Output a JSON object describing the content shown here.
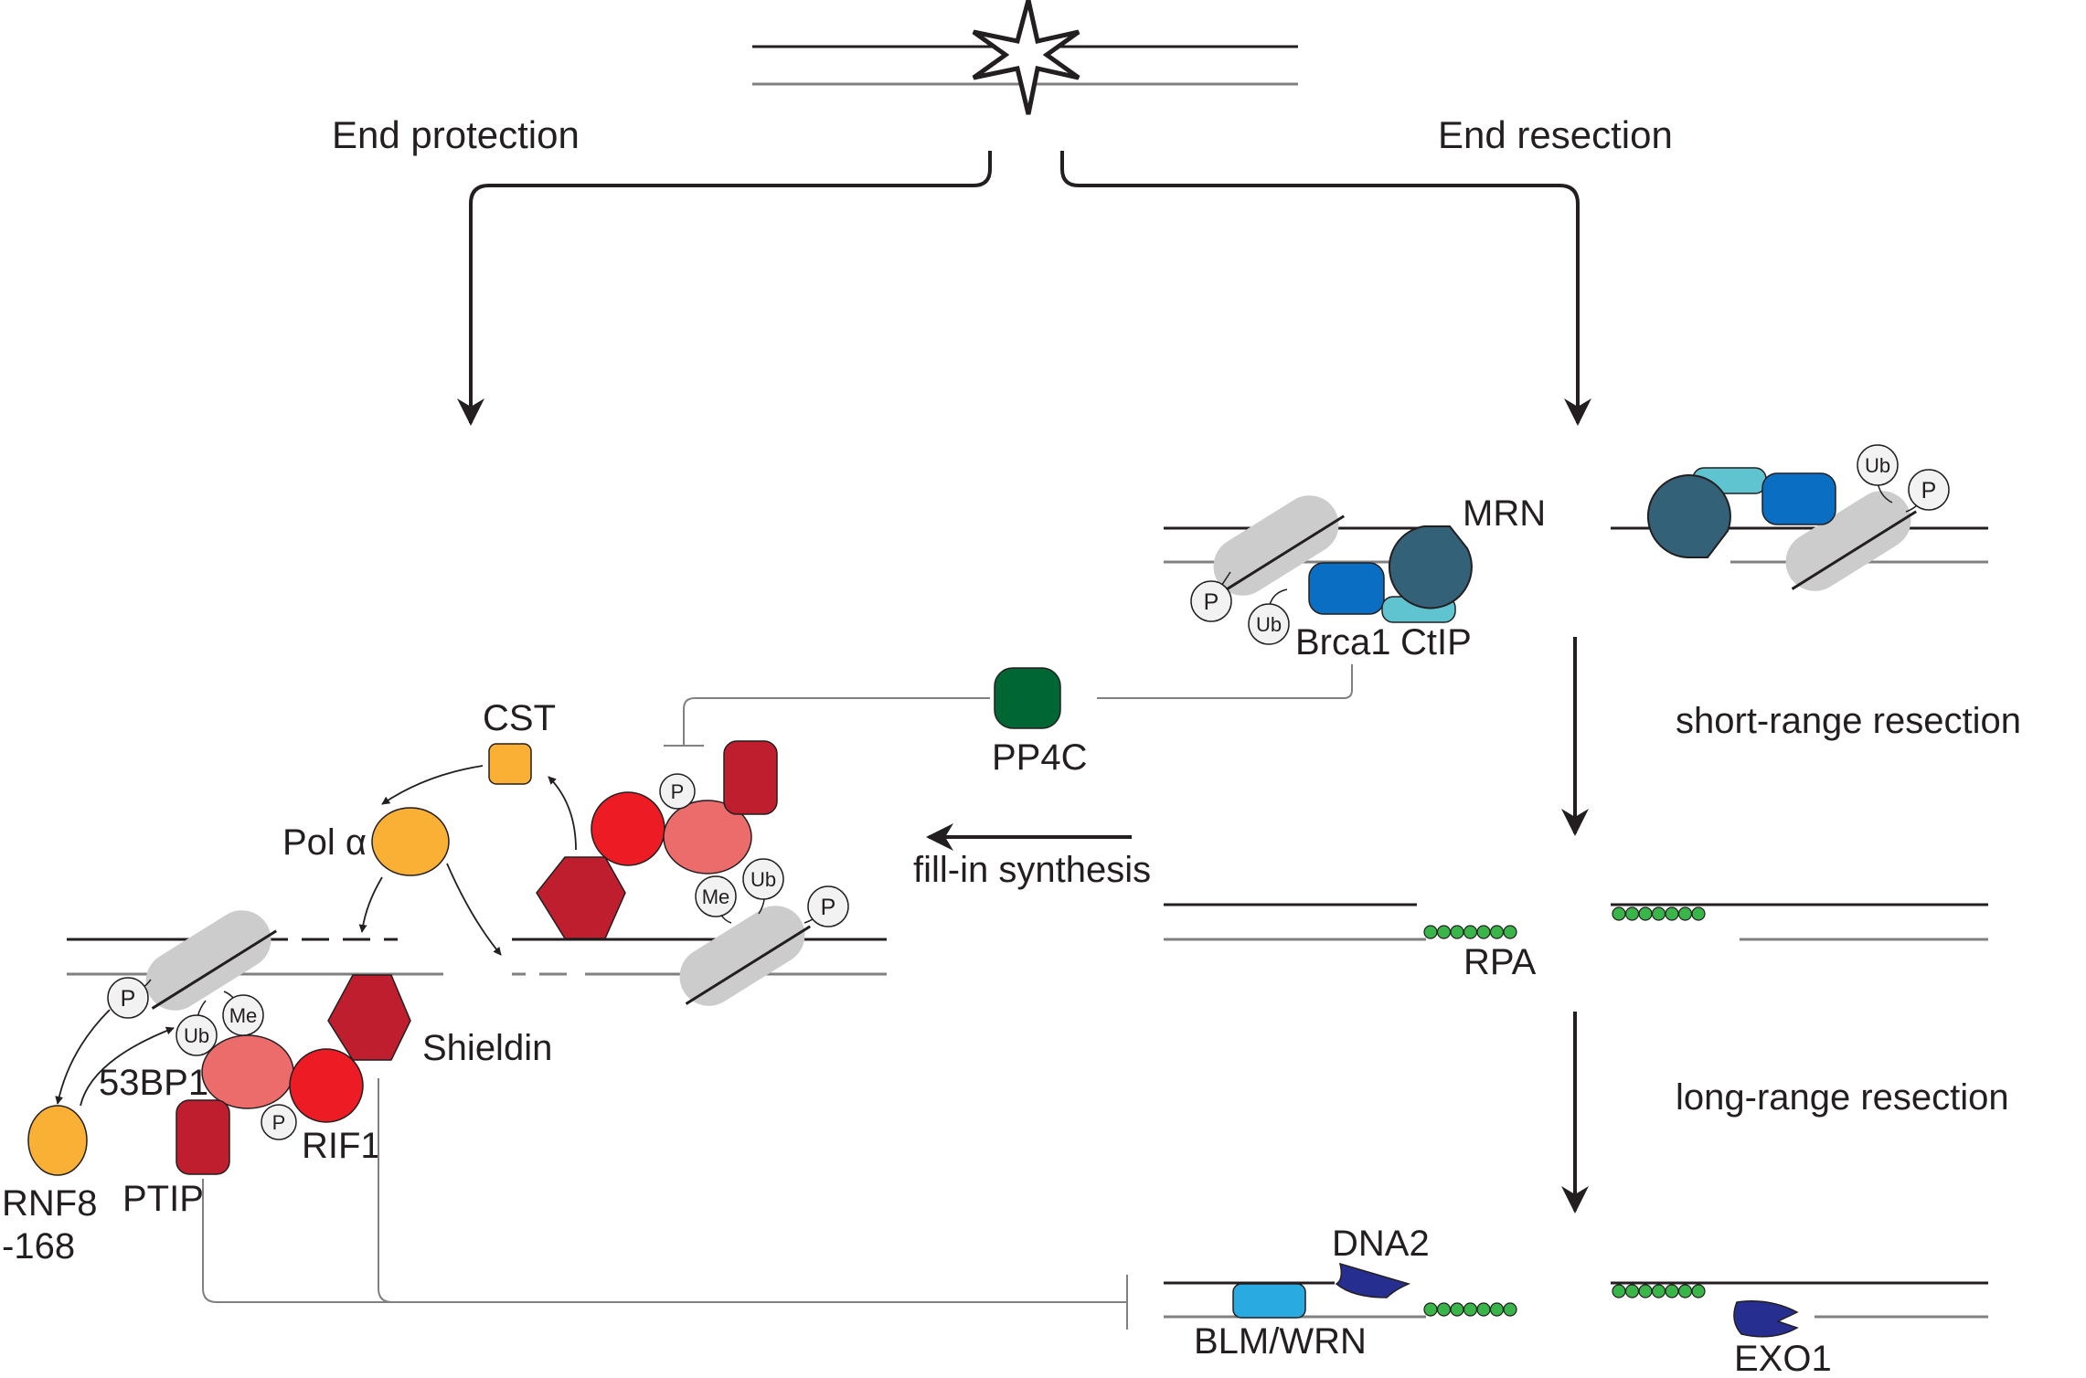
{
  "branches": {
    "left": "End protection",
    "right": "End resection"
  },
  "steps": {
    "short": "short-range resection",
    "long": "long-range resection",
    "fill": "fill-in synthesis"
  },
  "proteins": {
    "mrn": "MRN",
    "brca1": "Brca1",
    "ctip": "CtIP",
    "pp4c": "PP4C",
    "cst": "CST",
    "pol_alpha": "Pol α",
    "rpa": "RPA",
    "dna2": "DNA2",
    "blm_wrn": "BLM/WRN",
    "exo1": "EXO1",
    "shieldin": "Shieldin",
    "bp53": "53BP1",
    "rif1": "RIF1",
    "ptip": "PTIP",
    "rnf8_a": "RNF8",
    "rnf8_b": "-168"
  },
  "modifications": {
    "p": "P",
    "ub": "Ub",
    "me": "Me"
  },
  "colors": {
    "strand_dark": "#231f20",
    "strand_gray": "#808080",
    "nucleosome": "#cccccc",
    "mrn": "#336178",
    "brca1": "#0a6fc2",
    "ctip": "#5fc4cf",
    "pp4c": "#006633",
    "orange": "#f9b035",
    "dark_red": "#be1e2d",
    "red": "#ed1c24",
    "salmon": "#ec6c6c",
    "rpa": "#39b54a",
    "blm": "#29abe2",
    "exo": "#262f8f",
    "mod_fill": "#f2f2f2"
  }
}
